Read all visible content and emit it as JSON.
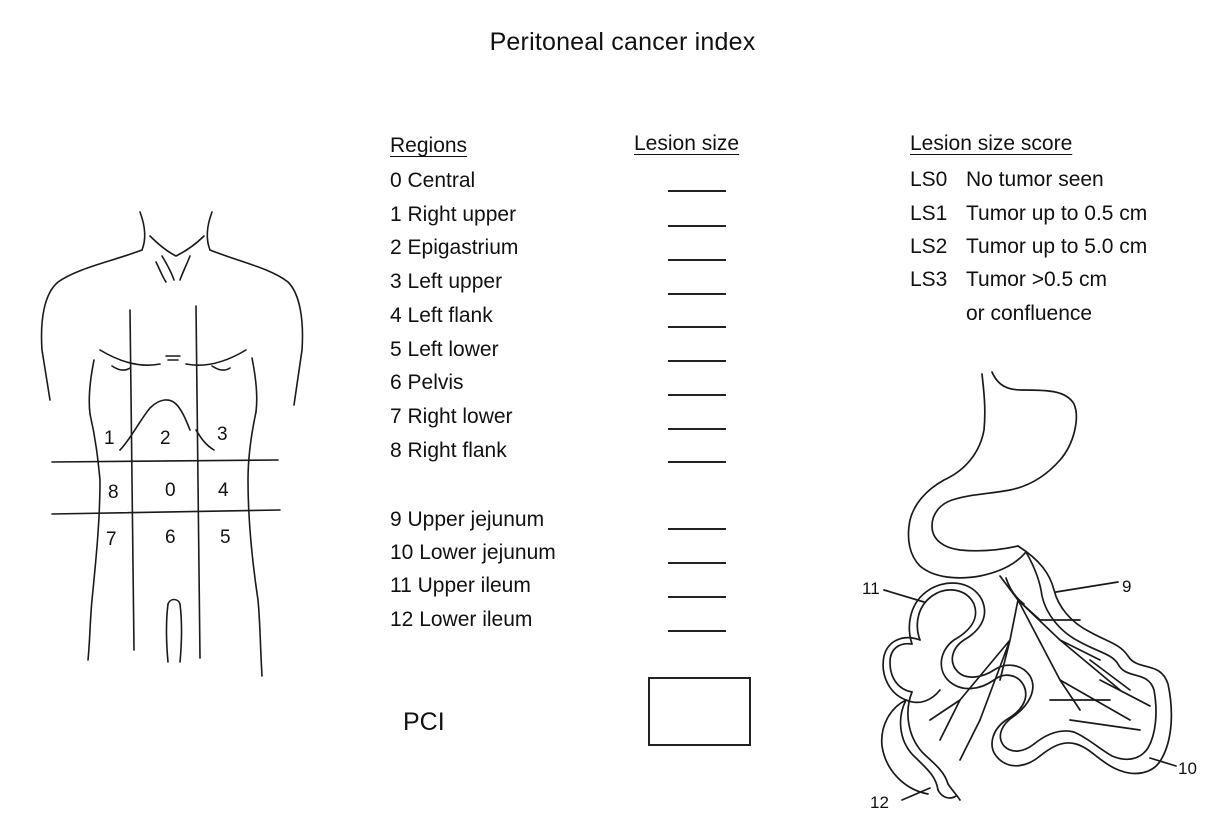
{
  "title": "Peritoneal cancer index",
  "columns": {
    "regions": "Regions",
    "lesion_size": "Lesion size",
    "lesion_size_score": "Lesion size score"
  },
  "regions": [
    "0 Central",
    "1 Right upper",
    "2 Epigastrium",
    "3  Left upper",
    "4 Left flank",
    "5 Left lower",
    "6 Pelvis",
    "7 Right lower",
    "8 Right flank",
    "9 Upper jejunum",
    "10  Lower jejunum",
    "11  Upper ileum",
    "12  Lower ileum"
  ],
  "scores": [
    {
      "code": "LS0",
      "desc": "No tumor seen"
    },
    {
      "code": "LS1",
      "desc": "Tumor up to 0.5 cm"
    },
    {
      "code": "LS2",
      "desc": "Tumor up to 5.0 cm"
    },
    {
      "code": "LS3",
      "desc": "Tumor >0.5 cm"
    }
  ],
  "score_continuation": "or confluence",
  "pci_label": "PCI",
  "abdomen_numbers": [
    "1",
    "2",
    "3",
    "8",
    "0",
    "4",
    "7",
    "6",
    "5"
  ],
  "bowel_labels": [
    "9",
    "10",
    "11",
    "12"
  ]
}
